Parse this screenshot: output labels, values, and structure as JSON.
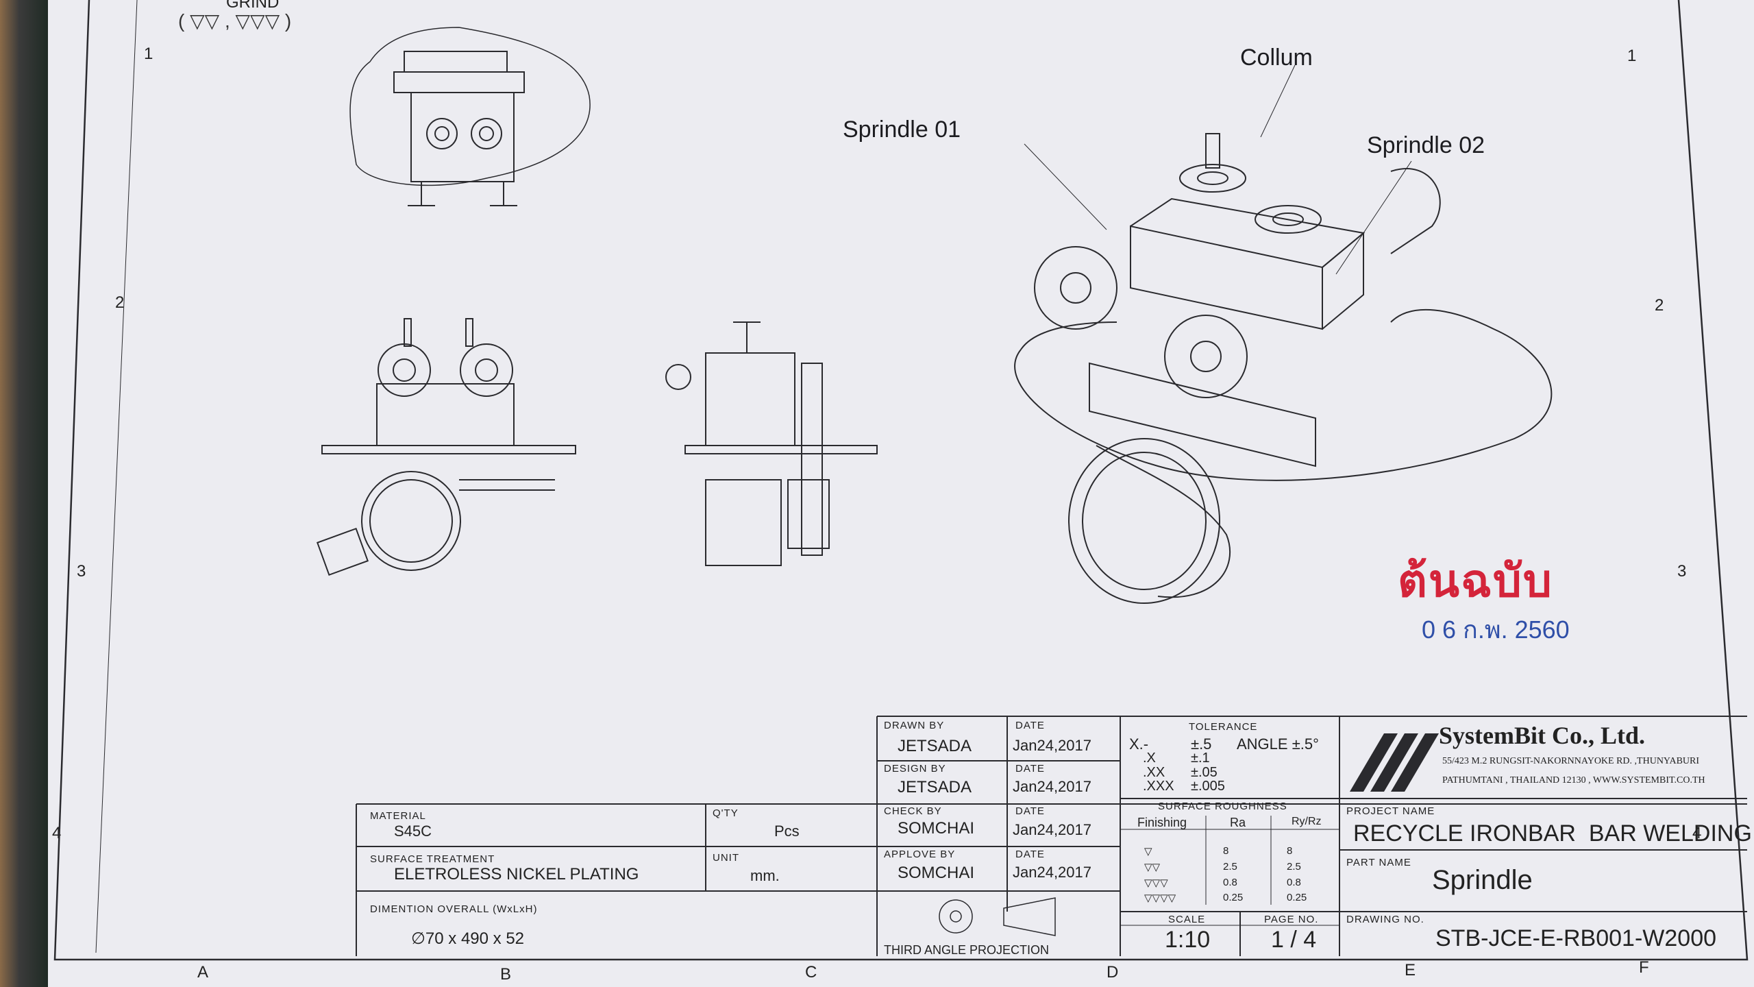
{
  "header": {
    "grind_label": "GRIND",
    "grind_symbols": "( ▽▽ , ▽▽▽ )"
  },
  "grid": {
    "rows_left": [
      "1",
      "2",
      "3",
      "4"
    ],
    "rows_right": [
      "1",
      "2",
      "3",
      "4"
    ],
    "cols_bottom": [
      "A",
      "B",
      "C",
      "D",
      "E",
      "F"
    ]
  },
  "callouts": {
    "collum": "Collum",
    "sprindle_01": "Sprindle 01",
    "sprindle_02": "Sprindle 02"
  },
  "stamp": {
    "thai_text": "ต้นฉบับ",
    "date": "0 6 ก.พ. 2560",
    "color": "#d4243a",
    "date_color": "#2f4fa8"
  },
  "title_block": {
    "material_label": "MATERIAL",
    "material_value": "S45C",
    "qty_label": "Q'TY",
    "qty_value": "Pcs",
    "surface_label": "SURFACE TREATMENT",
    "surface_value": "ELETROLESS NICKEL PLATING",
    "unit_label": "UNIT",
    "unit_value": "mm.",
    "dimension_label": "DIMENTION OVERALL (WxLxH)",
    "dimension_value": "∅70 x 490 x 52",
    "drawn_by_label": "DRAWN BY",
    "drawn_by_value": "JETSADA",
    "design_by_label": "DESIGN BY",
    "design_by_value": "JETSADA",
    "check_by_label": "CHECK BY",
    "check_by_value": "SOMCHAI",
    "approve_by_label": "APPLOVE BY",
    "approve_by_value": "SOMCHAI",
    "date_label": "DATE",
    "date_1": "Jan24,2017",
    "date_2": "Jan24,2017",
    "date_3": "Jan24,2017",
    "date_4": "Jan24,2017",
    "projection": "THIRD ANGLE PROJECTION",
    "tolerance_label": "TOLERANCE",
    "tol_x": "X.-",
    "tol_x_val": "±.5",
    "tol_angle": "ANGLE ±.5°",
    "tol_1": ".X",
    "tol_1_val": "±.1",
    "tol_2": ".XX",
    "tol_2_val": "±.05",
    "tol_3": ".XXX",
    "tol_3_val": "±.005",
    "roughness_label": "SURFACE ROUGHNESS",
    "roughness_headers": [
      "Finishing",
      "Ra",
      "Ry/Rz"
    ],
    "roughness_rows": [
      {
        "sym": "▽",
        "ra": "8",
        "ry": "8"
      },
      {
        "sym": "▽▽",
        "ra": "2.5",
        "ry": "2.5"
      },
      {
        "sym": "▽▽▽",
        "ra": "0.8",
        "ry": "0.8"
      },
      {
        "sym": "▽▽▽▽",
        "ra": "0.25",
        "ry": "0.25"
      }
    ],
    "scale_label": "SCALE",
    "scale_value": "1:10",
    "page_label": "PAGE NO.",
    "page_value": "1 / 4",
    "company_name": "SystemBit Co., Ltd.",
    "company_addr1": "55/423 M.2 RUNGSIT-NAKORNNAYOKE RD. ,THUNYABURI",
    "company_addr2": "PATHUMTANI , THAILAND 12130 , WWW.SYSTEMBIT.CO.TH",
    "project_label": "PROJECT NAME",
    "project_value": "RECYCLE IRONBAR  BAR WELDING",
    "part_label": "PART NAME",
    "part_value": "Sprindle",
    "drawing_label": "DRAWING NO.",
    "drawing_value": "STB-JCE-E-RB001-W2000"
  }
}
